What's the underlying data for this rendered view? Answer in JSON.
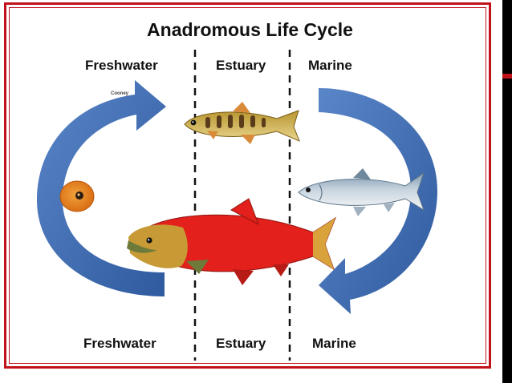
{
  "diagram": {
    "title": "Anadromous Life Cycle",
    "top_zones": [
      "Freshwater",
      "Estuary",
      "Marine"
    ],
    "bottom_zones": [
      "Freshwater",
      "Estuary",
      "Marine"
    ],
    "credit": "Cooney",
    "stages": [
      "egg",
      "juvenile-parr",
      "ocean-adult",
      "spawning-adult"
    ],
    "colors": {
      "frame": "#c0121b",
      "arrow": "#3f6cb4",
      "spawner": "#e3201b",
      "ocean_fish": "#c9d3dc"
    }
  }
}
